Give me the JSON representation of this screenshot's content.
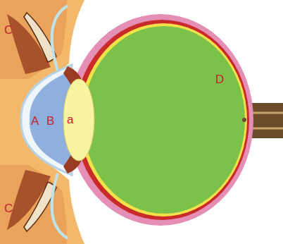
{
  "diagram": {
    "labels": [
      "C",
      "A",
      "B",
      "a",
      "D",
      "C"
    ]
  }
}
